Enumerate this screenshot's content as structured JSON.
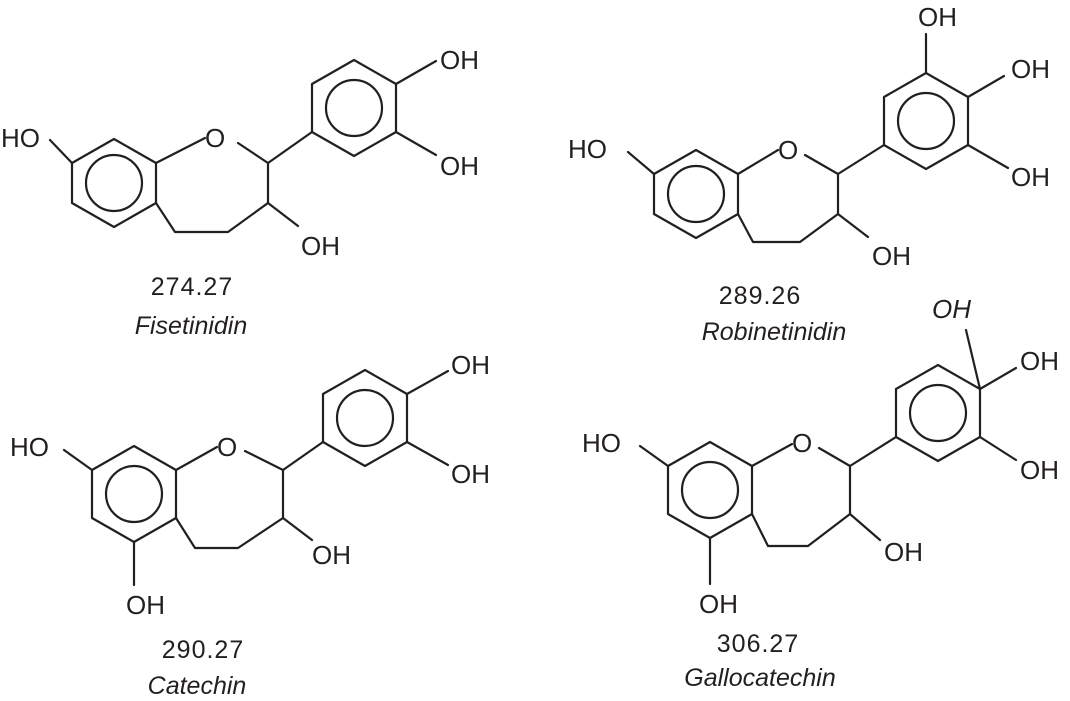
{
  "compounds": [
    {
      "name": "Fisetinidin",
      "mass": "274.27",
      "labels": {
        "oh_7": "HO",
        "ring_o": "O",
        "oh_3": "OH",
        "oh_3p": "OH",
        "oh_4p": "OH"
      }
    },
    {
      "name": "Robinetinidin",
      "mass": "289.26",
      "labels": {
        "oh_7": "HO",
        "ring_o": "O",
        "oh_3": "OH",
        "oh_3p": "OH",
        "oh_4p": "OH",
        "oh_5p": "OH"
      }
    },
    {
      "name": "Catechin",
      "mass": "290.27",
      "labels": {
        "oh_7": "HO",
        "ring_o": "O",
        "oh_3": "OH",
        "oh_5": "OH",
        "oh_3p": "OH",
        "oh_4p": "OH"
      }
    },
    {
      "name": "Gallocatechin",
      "mass": "306.27",
      "labels": {
        "oh_7": "HO",
        "ring_o": "O",
        "oh_3": "OH",
        "oh_5": "OH",
        "oh_3p": "OH",
        "oh_4p": "OH",
        "oh_5p": "OH"
      }
    }
  ],
  "colors": {
    "ink": "#231f20",
    "background": "#ffffff"
  }
}
